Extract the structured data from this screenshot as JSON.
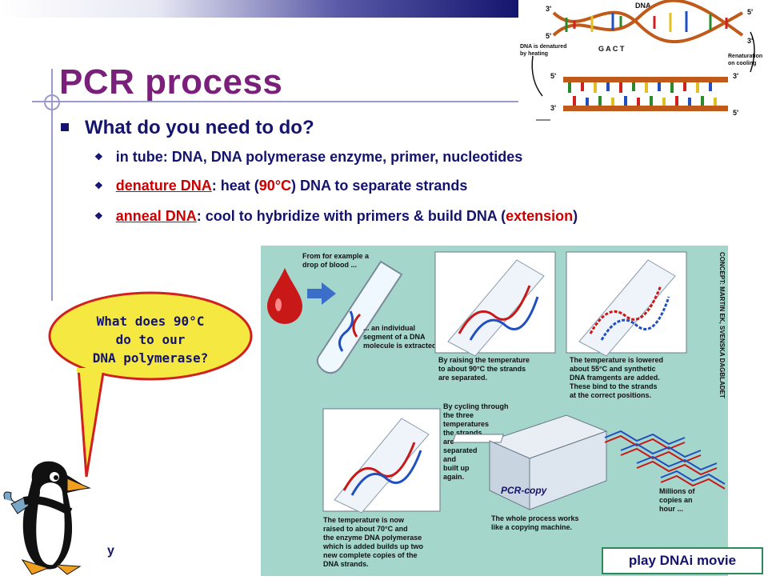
{
  "slide": {
    "title": "PCR process",
    "bullet_main": "What do you need to do?",
    "sub1": "in tube: DNA, DNA polymerase enzyme, primer, nucleotides",
    "sub2_link": "denature DNA",
    "sub2_a": ": heat (",
    "sub2_temp": "90°C",
    "sub2_b": ") DNA to separate strands",
    "sub3_link": "anneal DNA",
    "sub3_a": ": cool to hybridize with primers & build DNA (",
    "sub3_ext": "extension",
    "sub3_b": ")"
  },
  "bubble": {
    "line1": "What does 90°C",
    "line2": "do to our",
    "line3": "DNA polymerase?"
  },
  "footer_fragment": "y",
  "movie_button": "play DNAi movie",
  "dna_figure": {
    "title": "DNA",
    "p5a": "5'",
    "p3a": "3'",
    "p5b": "5'",
    "p3b": "3'",
    "p3c": "3'",
    "p5c": "5'",
    "p3d": "3'",
    "p5d": "5'",
    "bases": "G A C T",
    "denatured_1": "DNA is denatured",
    "denatured_2": "by heating",
    "renat_1": "Renaturation",
    "renat_2": "on cooling"
  },
  "pcr_figure": {
    "t1_1": "From for example a",
    "t1_2": "drop of blood ...",
    "t2_1": "... an individual",
    "t2_2": "segment of a DNA",
    "t2_3": "molecule is extracted",
    "t3_1": "By raising the temperature",
    "t3_2": "to about 90°C the strands",
    "t3_3": "are separated.",
    "t4_1": "The temperature is lowered",
    "t4_2": "about 55°C and synthetic",
    "t4_3": "DNA framgents are added.",
    "t4_4": "These bind to the strands",
    "t4_5": "at the correct positions.",
    "t5_1": "By cycling through",
    "t5_2": "the three",
    "t5_3": "temperatures",
    "t5_4": "the strands",
    "t5_5": "are",
    "t5_6": "separated",
    "t5_7": "and",
    "t5_8": "built up",
    "t5_9": "again.",
    "t6_1": "The temperature is now",
    "t6_2": "raised to about 70°C and",
    "t6_3": "the enzyme DNA polymerase",
    "t6_4": "which is added builds up two",
    "t6_5": "new complete copies of the",
    "t6_6": "DNA strands.",
    "t7_1": "The whole process works",
    "t7_2": "like a copying machine.",
    "t8_1": "Millions of",
    "t8_2": "copies an",
    "t8_3": "hour ...",
    "machine": "PCR-copy",
    "credit": "CONCEPT: MARTIN EK, SVENSKA DAGBLADET"
  }
}
